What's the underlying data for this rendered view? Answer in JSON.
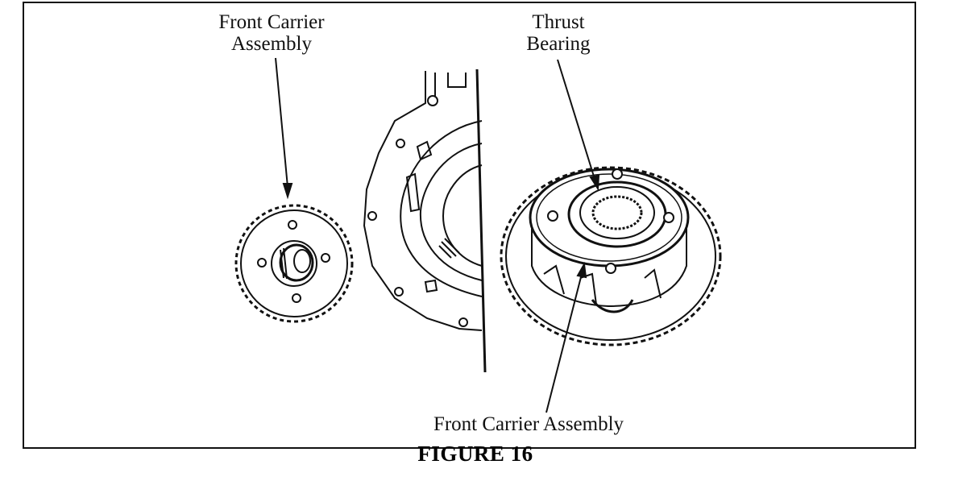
{
  "labels": {
    "left_assembly_line1": "Front Carrier",
    "left_assembly_line2": "Assembly",
    "thrust_line1": "Thrust",
    "thrust_line2": "Bearing",
    "bottom_assembly": "Front Carrier Assembly"
  },
  "caption": "FIGURE 16"
}
